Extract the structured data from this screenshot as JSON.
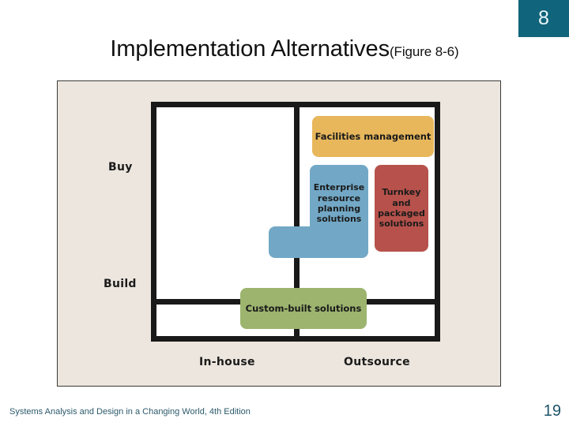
{
  "badge": {
    "chapter": "8",
    "color": "#10647B"
  },
  "title": {
    "main": "Implementation Alternatives",
    "figure_ref": "(Figure 8-6)"
  },
  "figure": {
    "panel_background": "#ECE6DE",
    "axes": {
      "y_top": "Buy",
      "y_bottom": "Build",
      "x_left": "In-house",
      "x_right": "Outsource"
    },
    "boxes": [
      {
        "id": "facilities-management",
        "label": "Facilities management",
        "color": "#E8B75C",
        "quadrant": "Buy / Outsource"
      },
      {
        "id": "enterprise-resource-planning-solutions",
        "label": "Enterprise resource planning solutions",
        "color": "#72A8C6",
        "quadrant": "Buy / Outsource spanning Build"
      },
      {
        "id": "turnkey-and-packaged-solutions",
        "label": "Turnkey and packaged solutions",
        "color": "#B6524B",
        "quadrant": "Buy / Outsource"
      },
      {
        "id": "custom-built-solutions",
        "label": "Custom-built solutions",
        "color": "#9CB46E",
        "quadrant": "Build / In-house spanning Outsource"
      }
    ]
  },
  "footer": {
    "source": "Systems Analysis and Design in a Changing World, 4th Edition",
    "page": "19",
    "color": "#2C5A6B"
  }
}
